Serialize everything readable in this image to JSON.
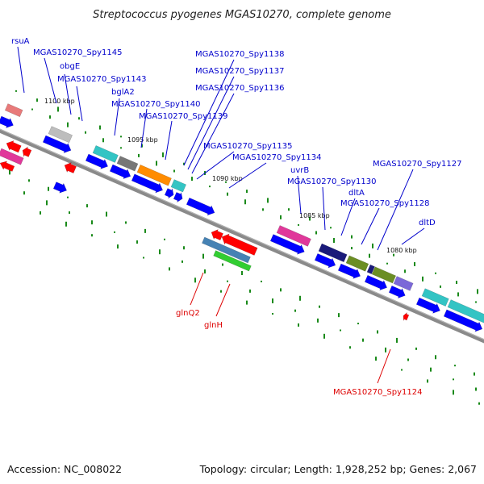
{
  "title": "Streptococcus pyogenes MGAS10270, complete genome",
  "footer": {
    "accession": "Accession: NC_008022",
    "summary": "Topology: circular; Length: 1,928,252 bp; Genes: 2,067"
  },
  "colors": {
    "backbone": "#777777",
    "forward_gene": "#0000ff",
    "reverse_gene": "#ff0000",
    "label_forward": "#0000cc",
    "label_reverse": "#dd0000",
    "gc_tick": "#1a8a1a"
  },
  "kbp_labels": [
    "1100 kbp",
    "1095 kbp",
    "1090 kbp",
    "1085 kbp",
    "1080 kbp"
  ],
  "labels_top": [
    "rsuA",
    "MGAS10270_Spy1145",
    "obgE",
    "MGAS10270_Spy1143",
    "bglA2",
    "MGAS10270_Spy1140",
    "MGAS10270_Spy1139",
    "MGAS10270_Spy1138",
    "MGAS10270_Spy1137",
    "MGAS10270_Spy1136",
    "MGAS10270_Spy1135",
    "MGAS10270_Spy1134",
    "uvrB",
    "MGAS10270_Spy1130",
    "dltA",
    "MGAS10270_Spy1128",
    "MGAS10270_Spy1127",
    "dltD"
  ],
  "labels_bottom": [
    "glnQ2",
    "glnH",
    "MGAS10270_Spy1124"
  ]
}
